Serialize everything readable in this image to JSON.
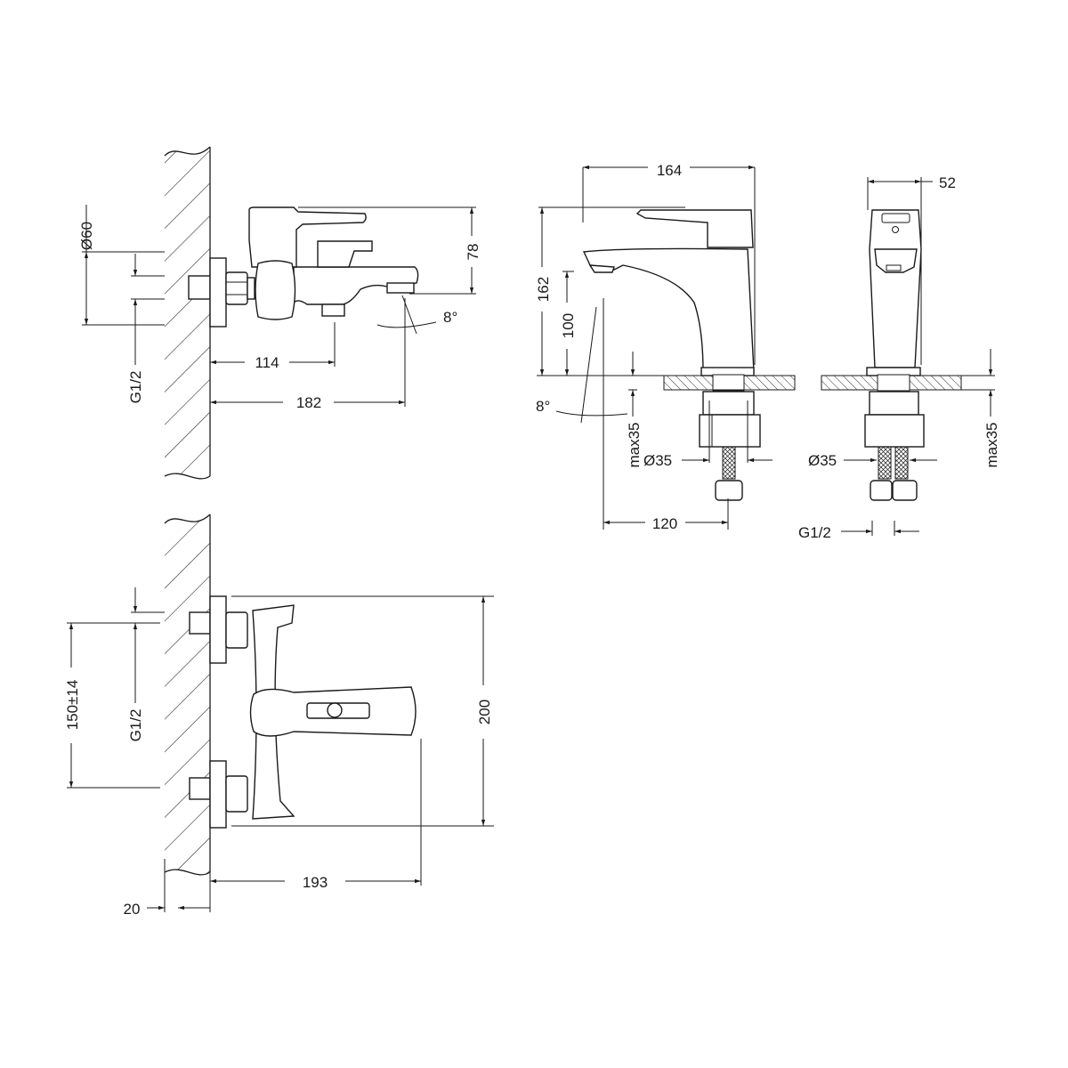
{
  "labels": {
    "side_view": {
      "diameter_escutcheon": "Ø60",
      "height_spout": "78",
      "angle": "8°",
      "spout_offset": "114",
      "total_projection": "182",
      "thread": "G1/2"
    },
    "basin_front": {
      "width": "164",
      "height_total": "162",
      "height_spout": "100",
      "angle": "8°",
      "deck_thickness": "max35",
      "hole_diameter": "Ø35",
      "spout_reach": "120"
    },
    "basin_side": {
      "depth": "52",
      "deck_thickness": "max35",
      "hole_diameter": "Ø35",
      "thread": "G1/2"
    },
    "top_view": {
      "center_distance": "150±14",
      "thread": "G1/2",
      "height": "200",
      "projection": "193",
      "wall_offset": "20"
    }
  }
}
